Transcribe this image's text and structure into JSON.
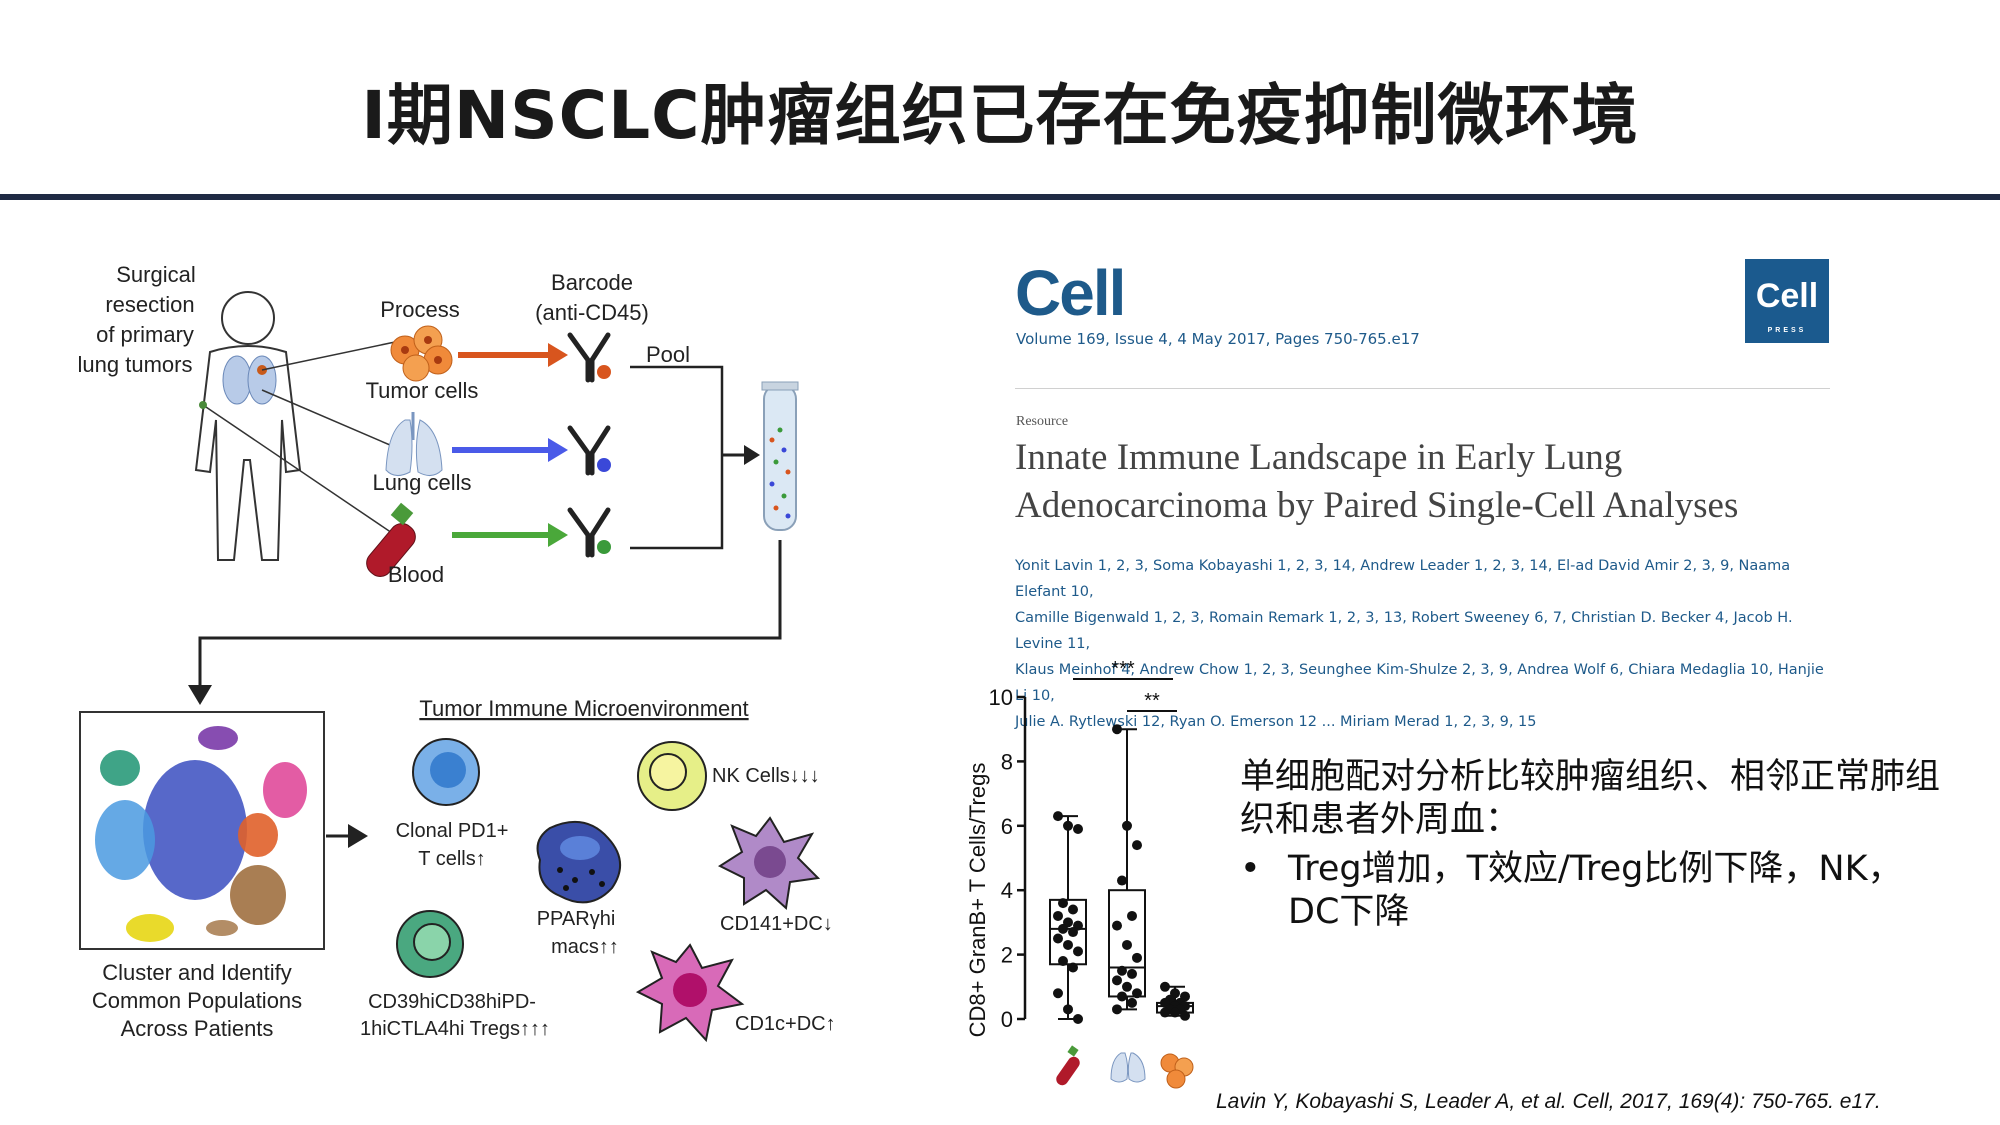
{
  "slide": {
    "title": "I期NSCLC肿瘤组织已存在免疫抑制微环境",
    "summary": "单细胞配对分析比较肿瘤组织、相邻正常肺组织和患者外周血：",
    "bullet": "Treg增加，T效应/Treg比例下降，NK，DC下降",
    "bullet_marker": "•",
    "citation": "Lavin Y, Kobayashi S, Leader A, et al. Cell, 2017, 169(4): 750-765. e17."
  },
  "workflow": {
    "surgical": [
      "Surgical",
      "resection",
      "of primary",
      "lung tumors"
    ],
    "process": "Process",
    "barcode": [
      "Barcode",
      "(anti-CD45)"
    ],
    "pool": "Pool",
    "tumor_cells": "Tumor cells",
    "lung_cells": "Lung cells",
    "blood": "Blood",
    "cluster": [
      "Cluster and Identify",
      "Common Populations",
      "Across Patients"
    ],
    "tme_title": "Tumor Immune Microenvironment",
    "clonal": [
      "Clonal PD1+",
      "T cells↑"
    ],
    "nk": "NK Cells↓↓↓",
    "ppar": [
      "PPARγhi",
      "macs↑↑"
    ],
    "cd141": "CD141+DC↓",
    "tregs": [
      "CD39hiCD38hiPD-",
      "1hiCTLA4hi Tregs↑↑↑"
    ],
    "cd1c": "CD1c+DC↑"
  },
  "journal": {
    "logo": "Cell",
    "volume": "Volume 169, Issue 4, 4 May 2017, Pages 750-765.e17",
    "press_logo": "Cell",
    "press_sub": "PRESS",
    "resource": "Resource",
    "title_line1": "Innate Immune Landscape in Early Lung",
    "title_line2": "Adenocarcinoma by Paired Single-Cell Analyses",
    "authors": [
      "Yonit Lavin 1, 2, 3, Soma Kobayashi 1, 2, 3, 14, Andrew Leader 1, 2, 3, 14, El-ad David Amir 2, 3, 9, Naama Elefant 10,",
      "Camille Bigenwald 1, 2, 3, Romain Remark 1, 2, 3, 13, Robert Sweeney 6, 7, Christian D. Becker 4, Jacob H. Levine 11,",
      "Klaus Meinhof 4, Andrew Chow 1, 2, 3, Seunghee Kim-Shulze 2, 3, 9, Andrea Wolf 6, Chiara Medaglia 10, Hanjie Li 10,",
      "Julie A. Rytlewski 12, Ryan O. Emerson 12 ... Miriam Merad 1, 2, 3, 9, 15"
    ]
  },
  "chart_data": {
    "type": "box",
    "ylabel": "CD8+ GranB+ T Cells/Tregs",
    "ylim": [
      0,
      10
    ],
    "yticks": [
      "0",
      "2",
      "4",
      "6",
      "8",
      "10"
    ],
    "categories": [
      "Blood",
      "Lung",
      "Tumor"
    ],
    "significance": [
      "***",
      "**"
    ],
    "boxes": [
      {
        "min": 0.0,
        "q1": 1.7,
        "median": 2.8,
        "q3": 3.7,
        "max": 6.3
      },
      {
        "min": 0.3,
        "q1": 0.7,
        "median": 1.6,
        "q3": 4.0,
        "max": 9.0
      },
      {
        "min": 0.1,
        "q1": 0.2,
        "median": 0.4,
        "q3": 0.5,
        "max": 1.0
      }
    ],
    "points": [
      [
        6.3,
        6.0,
        5.9,
        3.6,
        3.4,
        3.2,
        3.0,
        2.9,
        2.8,
        2.7,
        2.5,
        2.3,
        2.1,
        1.8,
        1.6,
        0.8,
        0.3,
        0.0
      ],
      [
        9.0,
        6.0,
        5.4,
        4.3,
        3.2,
        2.9,
        2.3,
        1.9,
        1.5,
        1.4,
        1.2,
        1.0,
        0.8,
        0.7,
        0.5,
        0.3
      ],
      [
        1.0,
        0.8,
        0.7,
        0.6,
        0.5,
        0.5,
        0.4,
        0.4,
        0.3,
        0.3,
        0.2,
        0.2,
        0.1
      ]
    ],
    "colors": {
      "points": "#111111",
      "box": "#111111"
    }
  }
}
